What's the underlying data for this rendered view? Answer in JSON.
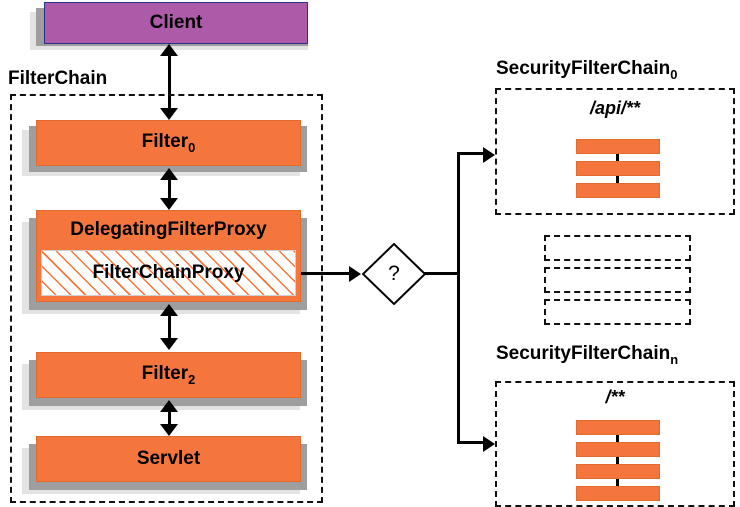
{
  "diagram": {
    "title_text_color": "#000000",
    "accent_orange": "#f4763c",
    "accent_purple": "#ad5aa8",
    "shadow_near": "#9e9e9e",
    "shadow_far": "#e3e3e3",
    "client": {
      "label": "Client"
    },
    "filter_chain": {
      "label": "FilterChain",
      "nodes": [
        {
          "label": "Filter",
          "subscript": "0"
        },
        {
          "label": "DelegatingFilterProxy",
          "subscript": ""
        },
        {
          "label": "FilterChainProxy",
          "subscript": ""
        },
        {
          "label": "Filter",
          "subscript": "2"
        },
        {
          "label": "Servlet",
          "subscript": ""
        }
      ]
    },
    "decision": {
      "label": "?"
    },
    "security_chains": [
      {
        "title": "SecurityFilterChain",
        "title_subscript": "0",
        "pattern": "/api/**",
        "filter_count": 3
      },
      {
        "title": "SecurityFilterChain",
        "title_subscript": "n",
        "pattern": "/**",
        "filter_count": 4
      }
    ],
    "ellipsis_placeholders": 3
  }
}
